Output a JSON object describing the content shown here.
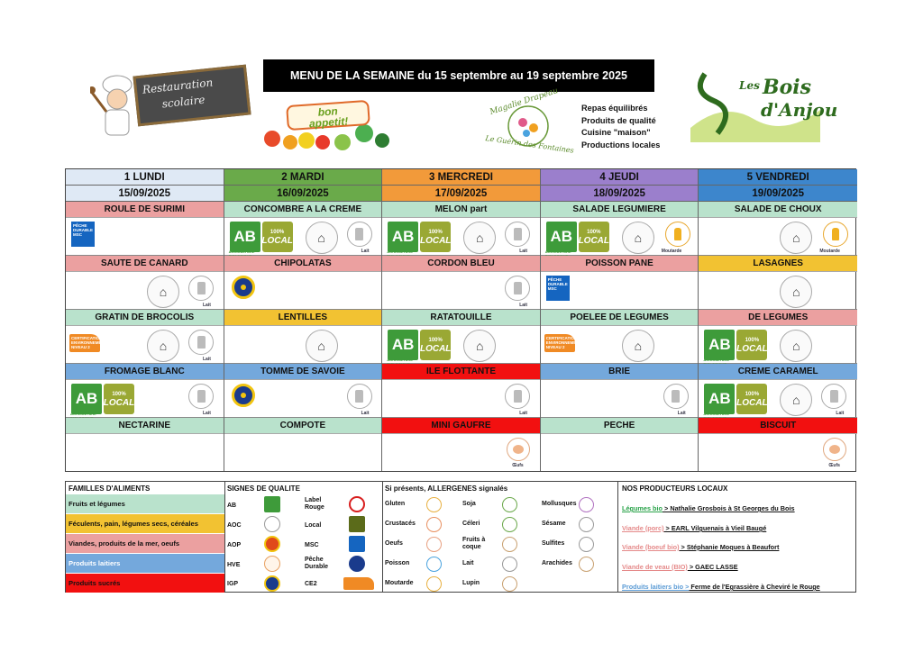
{
  "header": {
    "title": "MENU DE LA SEMAINE du 15 septembre au 19 septembre 2025",
    "resto_line1": "Restauration",
    "resto_line2": "scolaire",
    "bon_appetit_line1": "bon",
    "bon_appetit_line2": "appetit!",
    "guerin_line1": "Magalie Drapeau",
    "guerin_line2": "Le Guérin des Fontaines",
    "qualities": [
      "Repas équilibrés",
      "Produits de qualité",
      "Cuisine \"maison\"",
      "Productions locales"
    ],
    "bois_line1": "Les",
    "bois_line2": "Bois",
    "bois_line3": "d'Anjou"
  },
  "days": [
    {
      "label": "1 LUNDI",
      "date": "15/09/2025",
      "color": "#dfe9f5"
    },
    {
      "label": "2 MARDI",
      "date": "16/09/2025",
      "color": "#6aaa4a"
    },
    {
      "label": "3 MERCREDI",
      "date": "17/09/2025",
      "color": "#f29a3a"
    },
    {
      "label": "4 JEUDI",
      "date": "18/09/2025",
      "color": "#9b7fcc"
    },
    {
      "label": "5 VENDREDI",
      "date": "19/09/2025",
      "color": "#3d86cc"
    }
  ],
  "colors": {
    "fruits_legumes": "#b9e2cc",
    "feculents": "#f2c232",
    "viandes": "#eba0a0",
    "laitiers": "#74a8dc",
    "sucres": "#f21010"
  },
  "menu_rows": [
    [
      "ROULE DE SURIMI",
      "CONCOMBRE A LA CREME",
      "MELON part",
      "SALADE LEGUMIERE",
      "SALADE DE CHOUX"
    ],
    [
      "SAUTE DE CANARD",
      "CHIPOLATAS",
      "CORDON BLEU",
      "POISSON PANE",
      "LASAGNES"
    ],
    [
      "GRATIN DE BROCOLIS",
      "LENTILLES",
      "RATATOUILLE",
      "POELEE DE LEGUMES",
      "DE LEGUMES"
    ],
    [
      "FROMAGE BLANC",
      "TOMME DE SAVOIE",
      "ILE FLOTTANTE",
      "BRIE",
      "CREME CARAMEL"
    ],
    [
      "NECTARINE",
      "COMPOTE",
      "MINI GAUFRE",
      "PECHE",
      "BISCUIT"
    ]
  ],
  "icon_labels": {
    "lait": "Lait",
    "moutarde": "Moutarde",
    "oeufs": "Œufs",
    "ab": "AB",
    "ab_caption": "AGRICULTURE BIOLOGIQUE",
    "local_pct": "100%",
    "local_word": "LOCAL",
    "msc": "PÊCHE DURABLE MSC",
    "ce2": "CERTIFICATION ENVIRONNEMENTALE NIVEAU 2"
  },
  "legend": {
    "families_title": "FAMILLES D'ALIMENTS",
    "families": [
      "Fruits et légumes",
      "Féculents, pain, légumes secs, céréales",
      "Viandes, produits de la mer, oeufs",
      "Produits laitiers",
      "Produits sucrés"
    ],
    "quality_title": "SIGNES DE QUALITE",
    "quality_left": [
      "AB",
      "AOC",
      "AOP",
      "HVE",
      "IGP"
    ],
    "quality_right": [
      "Label Rouge",
      "Local",
      "MSC",
      "Pêche Durable",
      "CE2"
    ],
    "allergen_title": "Si présents, ALLERGENES signalés",
    "allergens_col1": [
      "Gluten",
      "Crustacés",
      "Oeufs",
      "Poisson",
      "Moutarde"
    ],
    "allergens_col2": [
      "Soja",
      "Céleri",
      "Fruits à coque",
      "Lait",
      "Lupin"
    ],
    "allergens_col3": [
      "Mollusques",
      "Sésame",
      "Sulfites",
      "Arachides"
    ],
    "producers_title": "NOS PRODUCTEURS LOCAUX",
    "producers": [
      {
        "kind": "Légumes bio",
        "name": " > Nathalie Grosbois à St Georges du Bois",
        "color": "#2aa34a"
      },
      {
        "kind": "Viande (porc)",
        "name": " > EARL Vilguenais à Vieil Baugé",
        "color": "#e58a8a"
      },
      {
        "kind": "Viande (boeuf bio)",
        "name": " > Stéphanie Moques à Beaufort",
        "color": "#e58a8a"
      },
      {
        "kind": "Viande de veau  (BIO)",
        "name": "  >  GAEC  LASSE",
        "color": "#e58a8a"
      },
      {
        "kind": "Produits laitiers bio >",
        "name": " Ferme de l'Egrassière à Cheviré le Rouge",
        "color": "#5b9bd5"
      }
    ]
  }
}
